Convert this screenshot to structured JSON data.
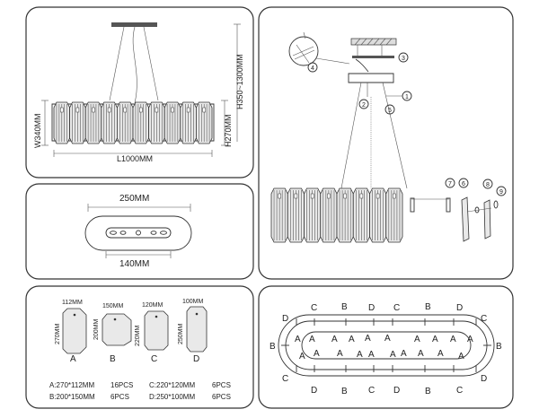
{
  "overview": {
    "height_label": "H350~1300MM",
    "body_height_label": "H270MM",
    "width_label": "W340MM",
    "length_label": "L1000MM"
  },
  "canopy": {
    "outer_label": "250MM",
    "inner_label": "140MM"
  },
  "parts": {
    "items": [
      {
        "letter": "A",
        "width": "112MM",
        "height": "270MM"
      },
      {
        "letter": "B",
        "width": "150MM",
        "height": "200MM"
      },
      {
        "letter": "C",
        "width": "120MM",
        "height": "220MM"
      },
      {
        "letter": "D",
        "width": "100MM",
        "height": "250MM"
      }
    ],
    "list": [
      {
        "spec": "A:270*112MM",
        "qty": "16PCS"
      },
      {
        "spec": "B:200*150MM",
        "qty": "6PCS"
      },
      {
        "spec": "C:220*120MM",
        "qty": "6PCS"
      },
      {
        "spec": "D:250*100MM",
        "qty": "6PCS"
      }
    ]
  },
  "assembly": {
    "steps": [
      "1",
      "2",
      "3",
      "4",
      "5",
      "6",
      "7",
      "8",
      "9"
    ]
  },
  "layout": {
    "letters": {
      "a": "A",
      "b": "B",
      "c": "C",
      "d": "D"
    }
  }
}
